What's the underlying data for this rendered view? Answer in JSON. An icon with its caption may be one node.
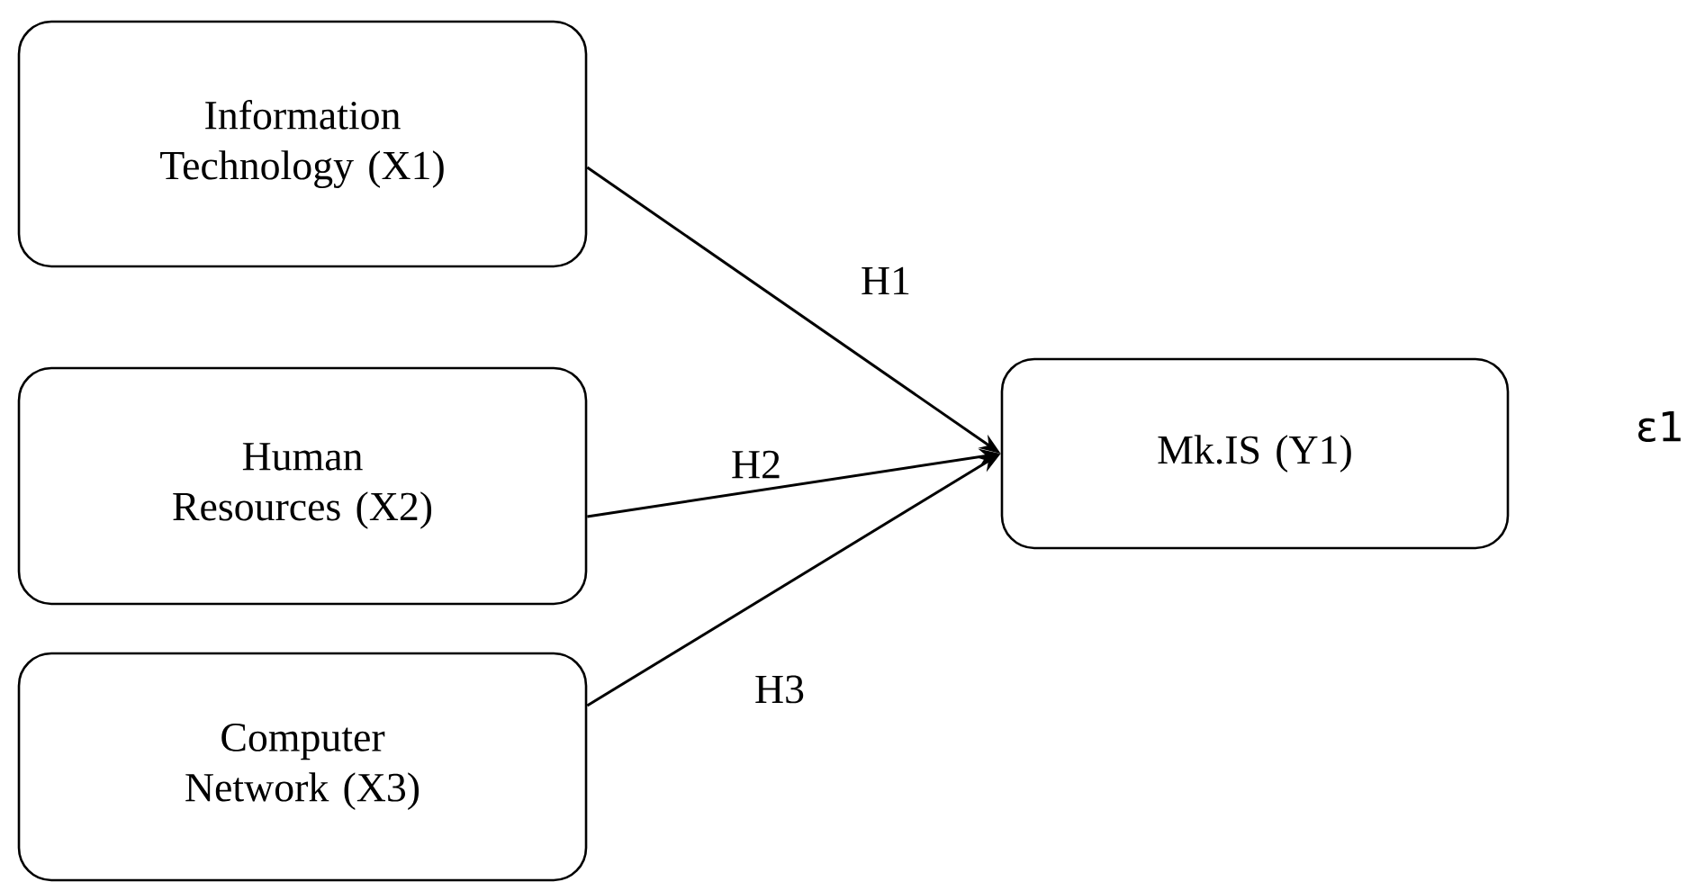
{
  "diagram": {
    "nodes": [
      {
        "text": [
          "Information Technology (X1)"
        ]
      },
      {
        "text": [
          "Human Resources (X2)"
        ]
      },
      {
        "text": [
          "Computer Network (X3)"
        ]
      },
      {
        "text": [
          "Mk.IS (Y1)"
        ]
      }
    ],
    "edges": [
      {
        "from": 0,
        "to": 3,
        "arrow": "to",
        "label": "H1"
      },
      {
        "from": 1,
        "to": 3,
        "arrow": "to",
        "label": "H2"
      },
      {
        "from": 2,
        "to": 3,
        "arrow": "to",
        "label": "H3"
      }
    ],
    "labels": [
      "ε1"
    ]
  }
}
